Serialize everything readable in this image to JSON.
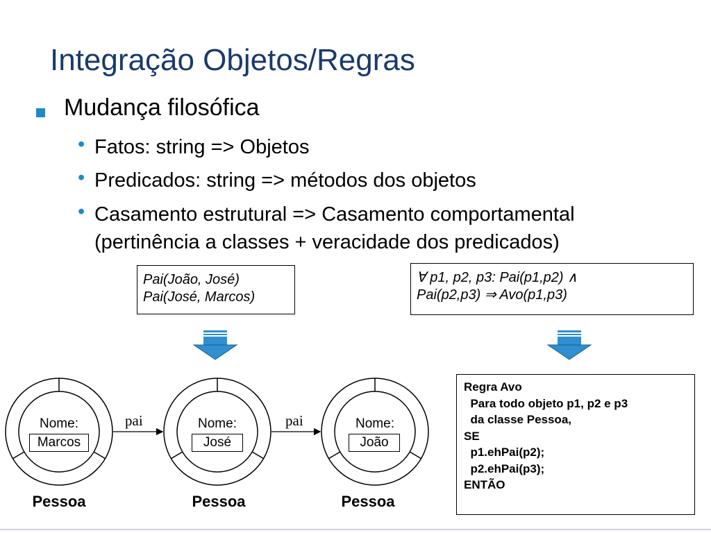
{
  "slide": {
    "title": "Integração Objetos/Regras"
  },
  "bullets": {
    "main": "Mudança filosófica",
    "sub": [
      "Fatos: string => Objetos",
      "Predicados: string => métodos dos objetos",
      "Casamento estrutural => Casamento comportamental",
      "(pertinência a classes + veracidade dos predicados)"
    ]
  },
  "facts_box": {
    "lines": [
      "Pai(João, José)",
      "Pai(José, Marcos)"
    ]
  },
  "rule_formula_box": {
    "lines": [
      "∀ p1, p2, p3: Pai(p1,p2) ∧",
      "Pai(p2,p3) ⇒ Avo(p1,p3)"
    ]
  },
  "rule_box": {
    "lines": [
      "Regra Avo",
      "  Para todo objeto p1, p2 e p3",
      "  da classe Pessoa,",
      "SE",
      "  p1.ehPai(p2);",
      "  p2.ehPai(p3);",
      "ENTÃO"
    ]
  },
  "objects": [
    {
      "class_label": "Pessoa",
      "field_label": "Nome:",
      "field_value": "Marcos"
    },
    {
      "class_label": "Pessoa",
      "field_label": "Nome:",
      "field_value": "José"
    },
    {
      "class_label": "Pessoa",
      "field_label": "Nome:",
      "field_value": "João"
    }
  ],
  "relations": [
    {
      "label": "pai"
    },
    {
      "label": "pai"
    }
  ],
  "colors": {
    "title": "#1a3a6b",
    "bullet": "#1a8bc9",
    "arrow_fill": "#2f8fd0"
  }
}
